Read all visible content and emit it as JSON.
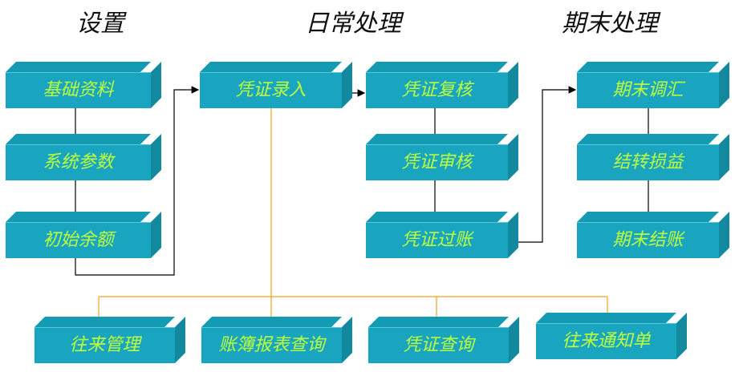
{
  "headings": {
    "setup": "设置",
    "daily": "日常处理",
    "period_end": "期末处理"
  },
  "boxes": {
    "basic_data": "基础资料",
    "system_params": "系统参数",
    "initial_balance": "初始余额",
    "voucher_entry": "凭证录入",
    "voucher_review": "凭证复核",
    "voucher_audit": "凭证审核",
    "voucher_posting": "凭证过账",
    "period_adjust": "期末调汇",
    "carry_pl": "结转损益",
    "period_close": "期末结账",
    "ar_ap_mgmt": "往来管理",
    "ledger_report_query": "账簿报表查询",
    "voucher_query": "凭证查询",
    "ar_ap_notice": "往来通知单"
  },
  "colors": {
    "box_front": "#19A5C0",
    "box_top": "#149BB3",
    "box_side": "#1389A0",
    "label_text": "#BFFF3A",
    "flow_line": "#000000",
    "query_line": "#F5A31A"
  }
}
